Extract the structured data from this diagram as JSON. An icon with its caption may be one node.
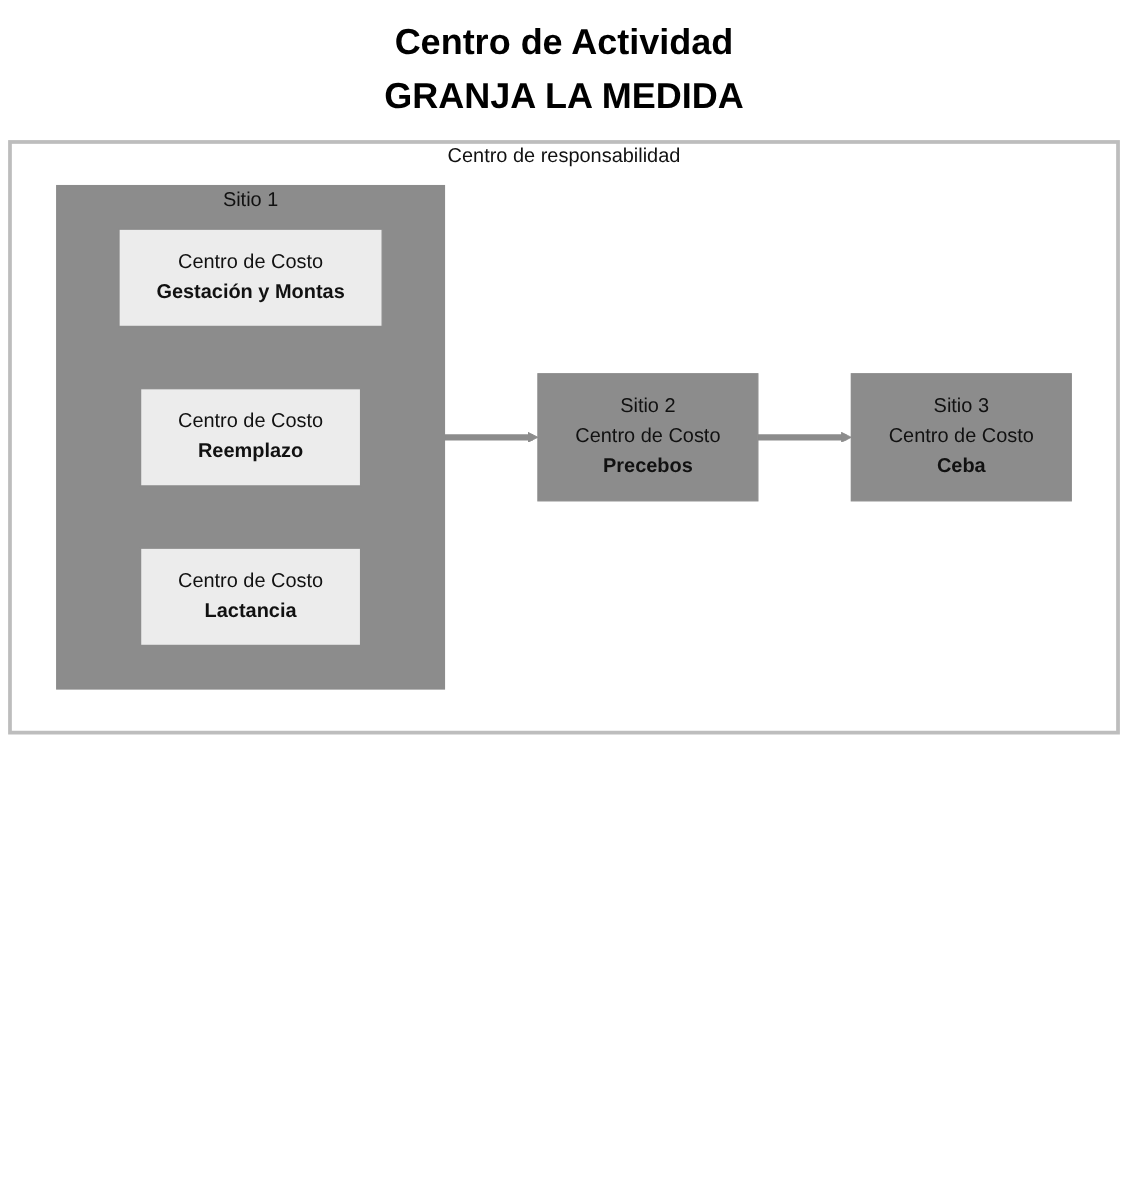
{
  "diagram": {
    "title": "Centro de Actividad GRANJA LA MEDIDA",
    "nodes": [
      {
        "text": [
          "Centro de responsabilidad"
        ]
      },
      {
        "text": [
          "Sitio 1"
        ],
        "in": 0
      },
      {
        "text": [
          "Centro de Costo",
          "Gestación y Montas"
        ],
        "in": 1
      },
      {
        "text": [
          "Centro de Costo",
          "Reemplazo"
        ],
        "in": 1
      },
      {
        "text": [
          "Centro de Costo",
          "Lactancia"
        ],
        "in": 1
      },
      {
        "text": [
          "Sitio 2",
          "Centro de Costo",
          "Precebos"
        ],
        "in": 0
      },
      {
        "text": [
          "Sitio 3",
          "Centro de Costo",
          "Ceba"
        ],
        "in": 0
      }
    ],
    "edges": [
      {
        "from": 1,
        "to": 5,
        "arrow": "to"
      },
      {
        "from": 5,
        "to": 6,
        "arrow": "to"
      }
    ]
  }
}
